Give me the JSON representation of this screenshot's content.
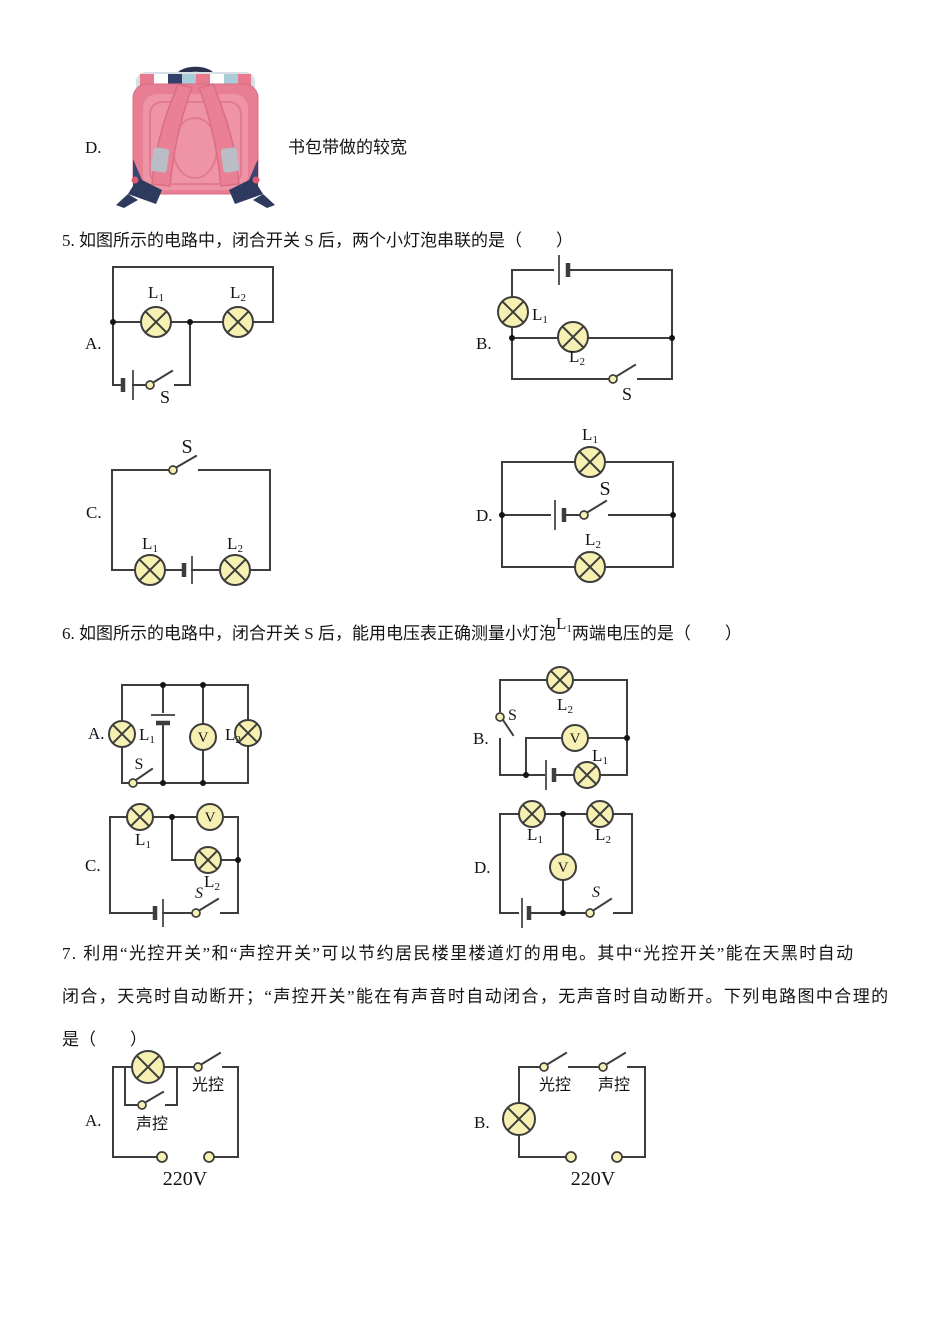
{
  "doc": {
    "option_d": {
      "label": "D.",
      "caption": "书包带做的较宽"
    },
    "opts": {
      "a": "A.",
      "b": "B.",
      "c": "C.",
      "d": "D."
    },
    "q5": {
      "stem": "5. 如图所示的电路中，闭合开关 S 后，两个小灯泡串联的是（　　）"
    },
    "q6": {
      "stem_before": "6. 如图所示的电路中，闭合开关 S 后，能用电压表正确测量小灯泡",
      "stem_after": "两端电压的是（　　）"
    },
    "q7": {
      "line1": "7. 利用“光控开关”和“声控开关”可以节约居民楼里楼道灯的用电。其中“光控开关”能在天黑时自动",
      "line2": "闭合，天亮时自动断开；“声控开关”能在有声音时自动闭合，无声音时自动断开。下列电路图中合理的",
      "line3": "是（　　）"
    },
    "labels": {
      "lamp": "L",
      "sub1": "1",
      "sub2": "2",
      "switch": "S",
      "voltmeter": "V",
      "light_switch": "光控",
      "sound_switch": "声控",
      "voltage": "220V"
    },
    "colors": {
      "lamp_fill": "#f6f0b2",
      "wire": "#3d3d3d",
      "backpack_pink": "#e87e93",
      "backpack_navy": "#2e3a5e"
    }
  }
}
